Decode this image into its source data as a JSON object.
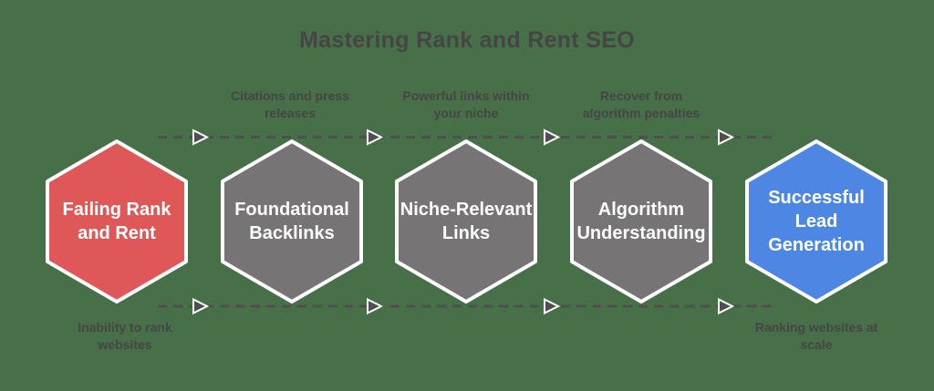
{
  "title": "Mastering Rank and Rent SEO",
  "colors": {
    "background": "#487048",
    "title_text": "#454545",
    "annotation_text": "#454545",
    "hexagon_text": "#ffffff",
    "hexagon_border": "#ffffff",
    "dash": "#4f4f4f",
    "arrow_fill": "#4f4f4f",
    "arrow_stroke": "#ffffff"
  },
  "hexagons": [
    {
      "label": "Failing Rank\nand Rent",
      "color": "#df5858"
    },
    {
      "label": "Foundational\nBacklinks",
      "color": "#767474"
    },
    {
      "label": "Niche-Relevant\nLinks",
      "color": "#767474"
    },
    {
      "label": "Algorithm\nUnderstanding",
      "color": "#767474"
    },
    {
      "label": "Successful\nLead\nGeneration",
      "color": "#4e86e3"
    }
  ],
  "top_annotations": [
    {
      "label": "Citations and press\nreleases"
    },
    {
      "label": "Powerful links within\nyour niche"
    },
    {
      "label": "Recover from\nalgorithm penalties"
    }
  ],
  "bottom_annotations": [
    {
      "label": "Inability to rank\nwebsites"
    },
    {
      "label": "Ranking websites at\nscale"
    }
  ]
}
